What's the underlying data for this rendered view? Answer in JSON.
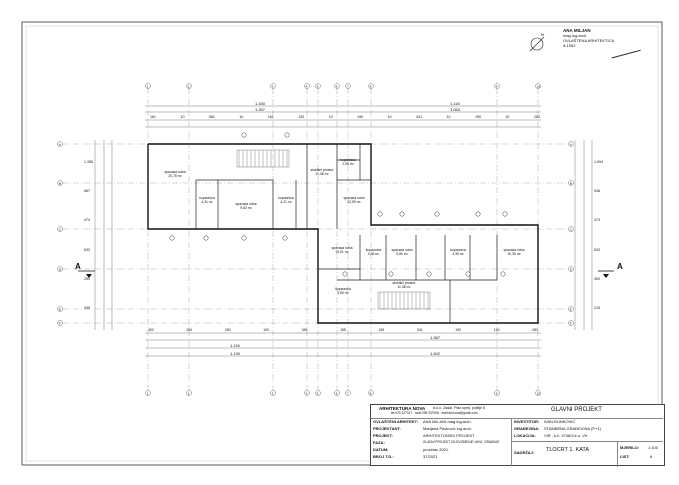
{
  "stamp": {
    "name": "ANA MILJAN",
    "title": "mag.ing.arch.",
    "line3": "OVLAŠTENA ARHITEKTICA",
    "line4": "A 1992"
  },
  "dims_top_total": [
    "1.450",
    "1.116"
  ],
  "dims_top_row2": [
    "1.397",
    "1.063"
  ],
  "dims_top_row3": [
    "161",
    "10",
    "581",
    "10",
    "161",
    "120",
    "10",
    "190",
    "10",
    "341",
    "10",
    "190",
    "10",
    "283"
  ],
  "dims_bottom_row1": [
    "300",
    "10",
    "250",
    "10",
    "250",
    "10",
    "100",
    "10",
    "345",
    "10",
    "155",
    "10",
    "10",
    "155",
    "10",
    "341",
    "10",
    "190",
    "10",
    "190",
    "10",
    "283"
  ],
  "dims_bottom_row2": [
    "1.116",
    "1.387"
  ],
  "dims_bottom_row3": [
    "1.130",
    "1.402"
  ],
  "left_dims": [
    "1.358",
    "567",
    "474",
    "633",
    "250",
    "295"
  ],
  "right_dims": [
    "1.094",
    "538",
    "473",
    "533",
    "300",
    "215"
  ],
  "section_marks": [
    "A",
    "A"
  ],
  "rooms": [
    {
      "name": "spavaća soba",
      "area": "20,78 m²"
    },
    {
      "name": "kupaonica",
      "area": "4,31 m²"
    },
    {
      "name": "spavaća soba",
      "area": "9,82 m²"
    },
    {
      "name": "kupaonica",
      "area": "4,21 m²"
    },
    {
      "name": "stubišni prostor",
      "area": "11,38 m²"
    },
    {
      "name": "kupaonica",
      "area": "2,95 m²"
    },
    {
      "name": "spavaća soba",
      "area": "12,59 m²"
    },
    {
      "name": "spavaća soba",
      "area": "13,01 m²"
    },
    {
      "name": "kupaonica",
      "area": "4,36 m²"
    },
    {
      "name": "spavaća soba",
      "area": "9,80 m²"
    },
    {
      "name": "kupaonica",
      "area": "4,35 m²"
    },
    {
      "name": "spavaća soba",
      "area": "10,35 m²"
    },
    {
      "name": "stubišni prostor",
      "area": "11,38 m²"
    },
    {
      "name": "kupaonica",
      "area": "3,80 m²"
    }
  ],
  "title_block": {
    "firm": "ARHITEKTURA NOVA",
    "firm_legal": "d.o.o. Zadar, Plac sprej. politije 8",
    "firm_contact": "tel:023 327317 · mob:098 337908 · mail:arhnova@gmail.com",
    "project_type": "GLAVNI PROJEKT",
    "rows_left": [
      {
        "label": "OVLAŠTENI ARHITEKT:",
        "value": "ANA MILJAN mag.ing.arch."
      },
      {
        "label": "PROJEKTANT:",
        "value": "Marijana Pavković ing.arch."
      },
      {
        "label": "PROJEKT:",
        "value": "ARHITEKTONSKI PROJEKT"
      },
      {
        "label": "FAZA:",
        "value": "GLAVNI PROJEKT ZA IZVOĐENJE VANJ. GRADNJE"
      },
      {
        "label": "DATUM:",
        "value": "prosinac 2021."
      },
      {
        "label": "BROJ T.D.:",
        "value": "37/2021"
      }
    ],
    "rows_right": [
      {
        "label": "INVESTITOR:",
        "value": "IVAN ĐUNKOVIĆ"
      },
      {
        "label": "GRAĐEVINA:",
        "value": "STAMBENA GRAĐEVINA (P+1)"
      },
      {
        "label": "LOKACIJA:",
        "value": "VIR , k.č. 3746/3 k.o. Vir"
      }
    ],
    "sheet_label": "SADRŽAJ:",
    "sheet_title": "TLOCRT 1. KATA",
    "scale_label": "MJERILO:",
    "scale": "1:100",
    "page_label": "LIST:",
    "page": "6"
  },
  "grid_labels_top": [
    "1",
    "2",
    "3",
    "4",
    "5",
    "6",
    "7",
    "8",
    "9",
    "10"
  ],
  "grid_labels_side": [
    "A",
    "B",
    "C",
    "D",
    "E",
    "F"
  ]
}
